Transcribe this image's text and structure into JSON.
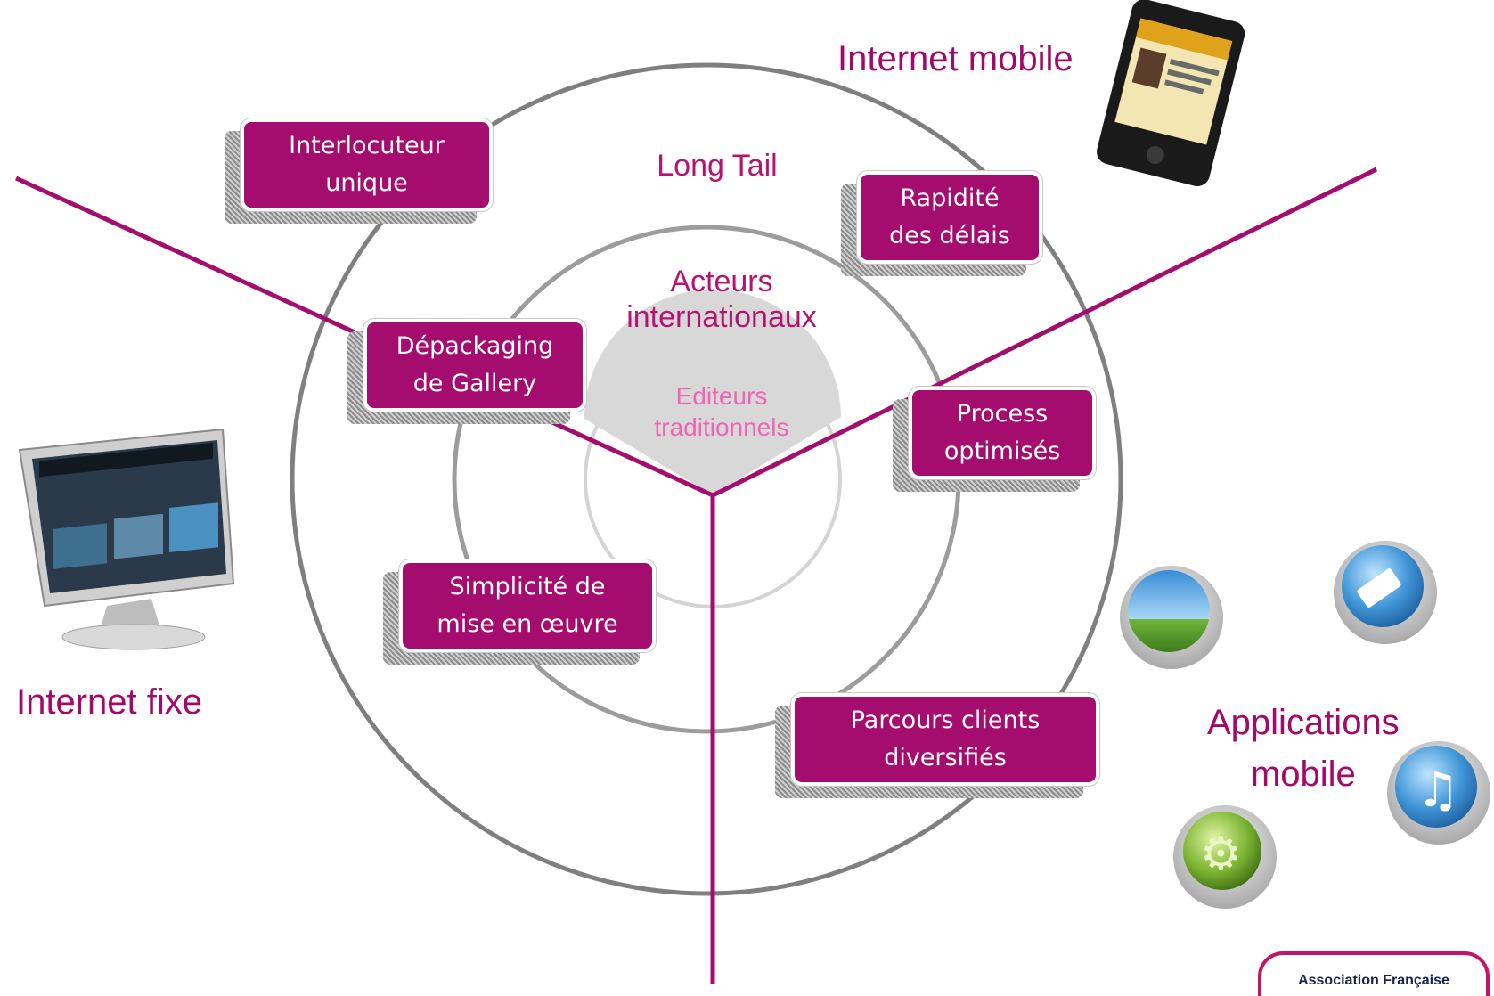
{
  "channels": {
    "internet_mobile": "Internet mobile",
    "internet_fixe": "Internet fixe",
    "applications_mobile_line1": "Applications",
    "applications_mobile_line2": "mobile"
  },
  "rings": {
    "outer": "Long Tail",
    "middle_line1": "Acteurs",
    "middle_line2": "internationaux",
    "core_line1": "Editeurs",
    "core_line2": "traditionnels"
  },
  "features": [
    {
      "line1": "Interlocuteur",
      "line2": "unique"
    },
    {
      "line1": "Rapidité",
      "line2": "des délais"
    },
    {
      "line1": "Dépackaging",
      "line2": "de Gallery"
    },
    {
      "line1": "Process",
      "line2": "optimisés"
    },
    {
      "line1": "Simplicité de",
      "line2": "mise en œuvre"
    },
    {
      "line1": "Parcours clients",
      "line2": "diversifiés"
    }
  ],
  "logo": {
    "text": "Association Française"
  },
  "colors": {
    "accent": "#a40d6d",
    "label_magenta": "#a10a6b",
    "core_pink": "#f064b4",
    "ring_gray": "#808080",
    "core_fill": "#d8d8d8"
  },
  "icons": [
    "monitor-icon",
    "smartphone-icon",
    "photo-app-icon",
    "video-app-icon",
    "music-app-icon",
    "settings-app-icon"
  ]
}
